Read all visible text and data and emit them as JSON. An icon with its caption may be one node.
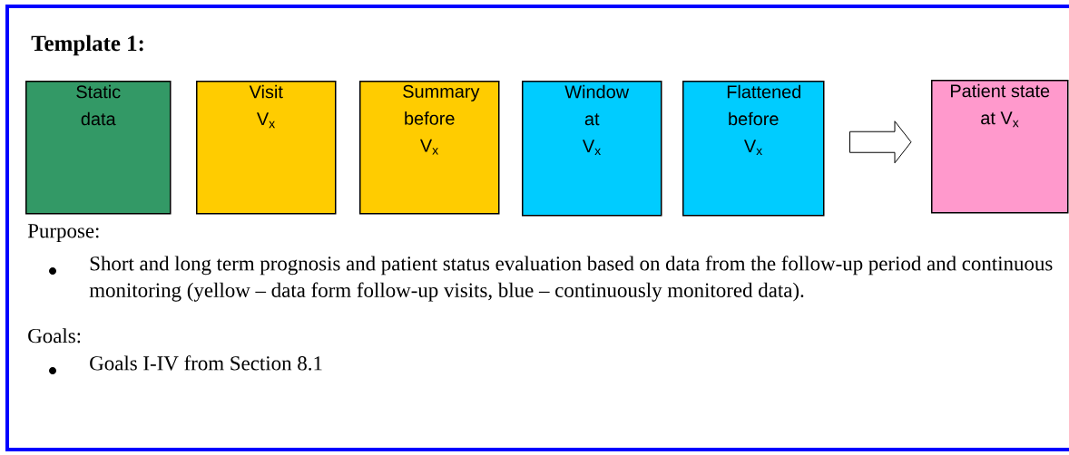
{
  "diagram": {
    "title": "Template 1:",
    "nodes": [
      {
        "text": [
          "Static data"
        ]
      },
      {
        "text": [
          "Visit V$_{x}$"
        ]
      },
      {
        "text": [
          "Summary before V$_{x}$"
        ]
      },
      {
        "text": [
          "Window at V$_{x}$"
        ]
      },
      {
        "text": [
          "Flattened before V$_{x}$"
        ]
      },
      {
        "text": [
          "Patient state at V$_{x}$"
        ]
      }
    ],
    "edges": [
      {
        "from": 4,
        "to": 5,
        "arrow": "to"
      }
    ],
    "labels": [
      "Purpose:",
      "Short and long term prognosis and patient status evaluation based on data from the follow-up period and continuous monitoring (yellow – data form follow-up visits, blue – continuously monitored data).",
      "Goals:",
      "Goals I-IV from Section 8.1"
    ]
  }
}
